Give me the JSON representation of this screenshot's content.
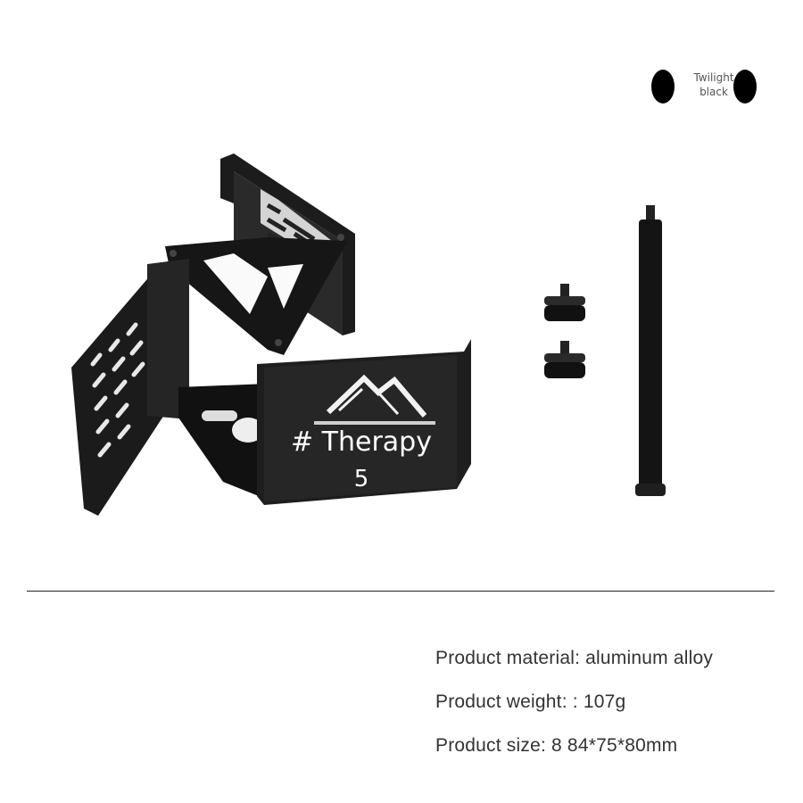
{
  "color_option": {
    "label": "Twilight\nblack"
  },
  "product_image": {
    "watermark_title": "# Therapy",
    "watermark_number": "5"
  },
  "specs": [
    "Product material: aluminum alloy",
    "Product weight: : 107g",
    "Product size: 8 84*75*80mm"
  ]
}
